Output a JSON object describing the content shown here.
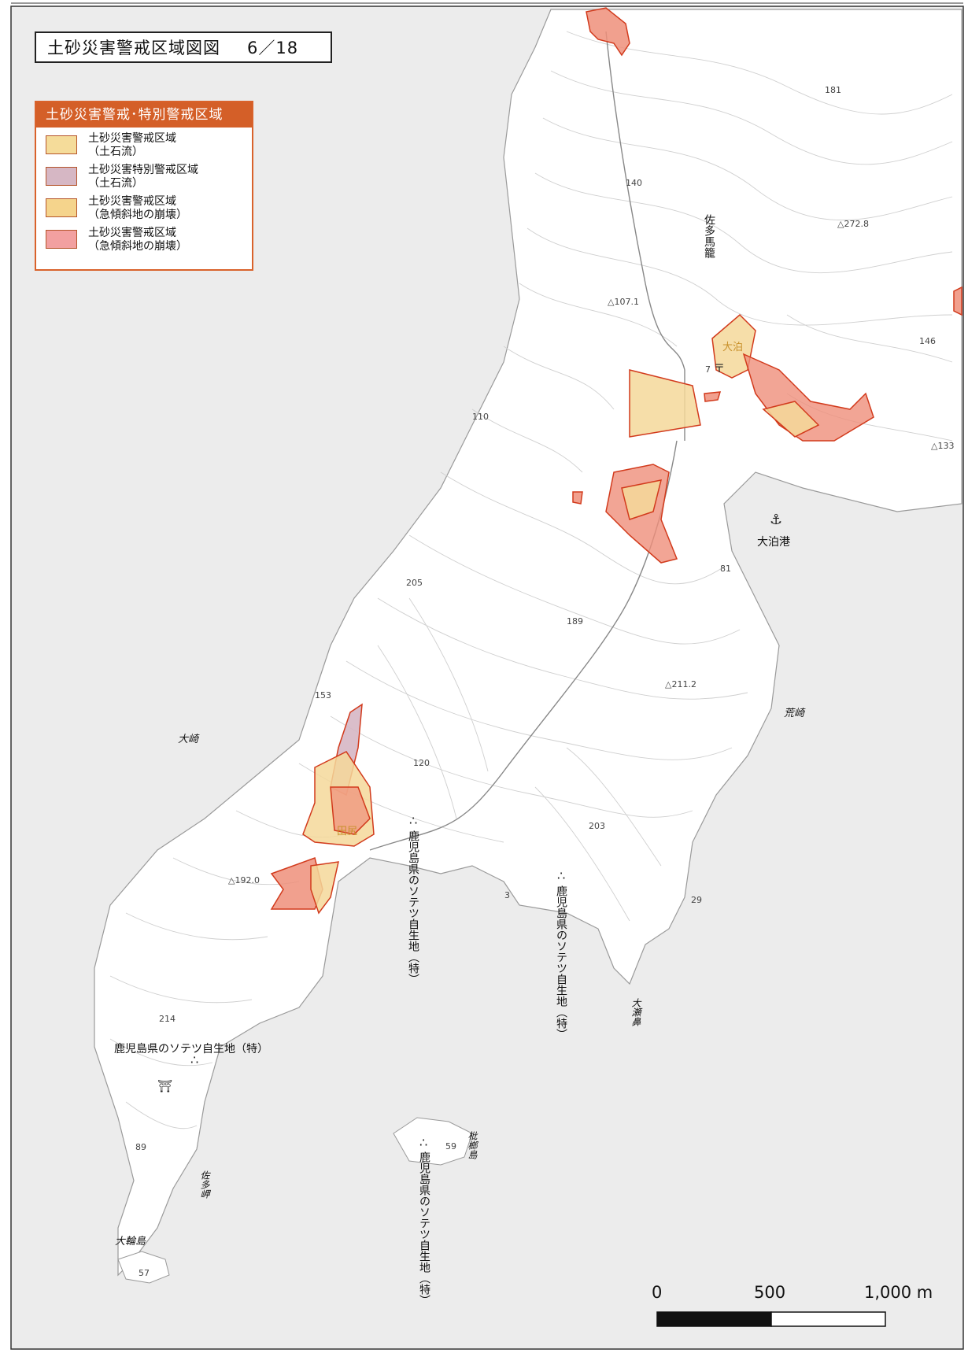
{
  "title": {
    "text": "土砂災害警戒区域図図",
    "page": "6／18"
  },
  "legend": {
    "heading": "土砂災害警戒･特別警戒区域",
    "items": [
      {
        "line1": "土砂災害警戒区域",
        "line2": "（土石流）",
        "color": "#f5dc9a"
      },
      {
        "line1": "土砂災害特別警戒区域",
        "line2": "（土石流）",
        "color": "#d6b7c4"
      },
      {
        "line1": "土砂災害警戒区域",
        "line2": "（急傾斜地の崩壊）",
        "color": "#f5d48c"
      },
      {
        "line1": "土砂災害警戒区域",
        "line2": "（急傾斜地の崩壊）",
        "color": "#f2a0a0"
      }
    ]
  },
  "scale_bar": {
    "labels": [
      "0",
      "500",
      "1,000 m"
    ]
  },
  "place_labels": {
    "satamagome": "佐多馬籠",
    "ootomari": "大泊",
    "ootomari_port": "大泊港",
    "tajiri": "田尻",
    "oosaki": "大崎",
    "arasaki": "荒崎",
    "oosebana": "大瀬鼻",
    "biwajima": "枇榔島",
    "satamisaki": "佐多岬",
    "oowajima": "大輪島",
    "sotetsu_1": "鹿児島県のソテツ自生地（特）",
    "sotetsu_2": "鹿児島県のソテツ自生地（特）",
    "sotetsu_3": "鹿児島県のソテツ自生地（特）",
    "sotetsu_4": "鹿児島県のソテツ自生地（特）"
  },
  "elevations": {
    "e181": "181",
    "e140": "140",
    "e272": "△272.8",
    "e107": "△107.1",
    "e146": "146",
    "e133": "△133",
    "e110": "110",
    "e205": "205",
    "e189": "189",
    "e211": "△211.2",
    "e153": "153",
    "e120": "120",
    "e203": "203",
    "e192": "△192.0",
    "e3": "3",
    "e29": "29",
    "e81": "81",
    "e214": "214",
    "e89": "89",
    "e59": "59",
    "e57": "57",
    "e7": "7"
  },
  "colors": {
    "sea": "#ececec",
    "land": "#ffffff",
    "contour": "#c9c9c9",
    "zone_yellow": "#f5d89a",
    "zone_red": "#ef8f7a",
    "zone_edge": "#d23a1c"
  }
}
